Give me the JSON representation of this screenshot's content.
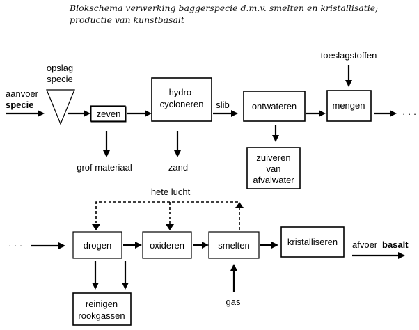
{
  "caption": "Blokschema verwerking baggerspecie d.m.v. smelten en kristallisatie; productie van kunstbasalt",
  "nodes": {
    "opslag": [
      "opslag",
      "specie"
    ],
    "zeven": [
      "zeven"
    ],
    "hydrocycloneren": [
      "hydro-",
      "cycloneren"
    ],
    "ontwateren": [
      "ontwateren"
    ],
    "mengen": [
      "mengen"
    ],
    "zuiveren": [
      "zuiveren",
      "van",
      "afvalwater"
    ],
    "drogen": [
      "drogen"
    ],
    "oxideren": [
      "oxideren"
    ],
    "smelten": [
      "smelten"
    ],
    "kristalliseren": [
      "kristalliseren"
    ],
    "reinigen": [
      "reinigen",
      "rookgassen"
    ]
  },
  "labels": {
    "aanvoer": "aanvoer",
    "specie": "specie",
    "grof_materiaal": "grof materiaal",
    "zand": "zand",
    "slib": "slib",
    "toeslagstoffen": "toeslagstoffen",
    "ellipsis_right": "· · ·",
    "ellipsis_left": "· · ·",
    "hete_lucht": "hete lucht",
    "gas": "gas",
    "afvoer": "afvoer",
    "basalt": "basalt"
  }
}
